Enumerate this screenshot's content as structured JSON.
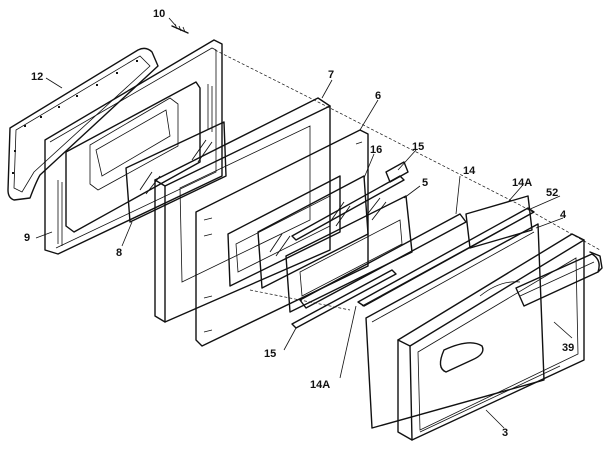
{
  "diagram": {
    "callouts": [
      {
        "id": "c10",
        "text": "10"
      },
      {
        "id": "c12",
        "text": "12"
      },
      {
        "id": "c7",
        "text": "7"
      },
      {
        "id": "c6",
        "text": "6"
      },
      {
        "id": "c15a",
        "text": "15"
      },
      {
        "id": "c16",
        "text": "16"
      },
      {
        "id": "c5",
        "text": "5"
      },
      {
        "id": "c14",
        "text": "14"
      },
      {
        "id": "c14a1",
        "text": "14A"
      },
      {
        "id": "c52",
        "text": "52"
      },
      {
        "id": "c4",
        "text": "4"
      },
      {
        "id": "c9",
        "text": "9"
      },
      {
        "id": "c8",
        "text": "8"
      },
      {
        "id": "c15b",
        "text": "15"
      },
      {
        "id": "c39",
        "text": "39"
      },
      {
        "id": "c14a2",
        "text": "14A"
      },
      {
        "id": "c3",
        "text": "3"
      }
    ]
  }
}
